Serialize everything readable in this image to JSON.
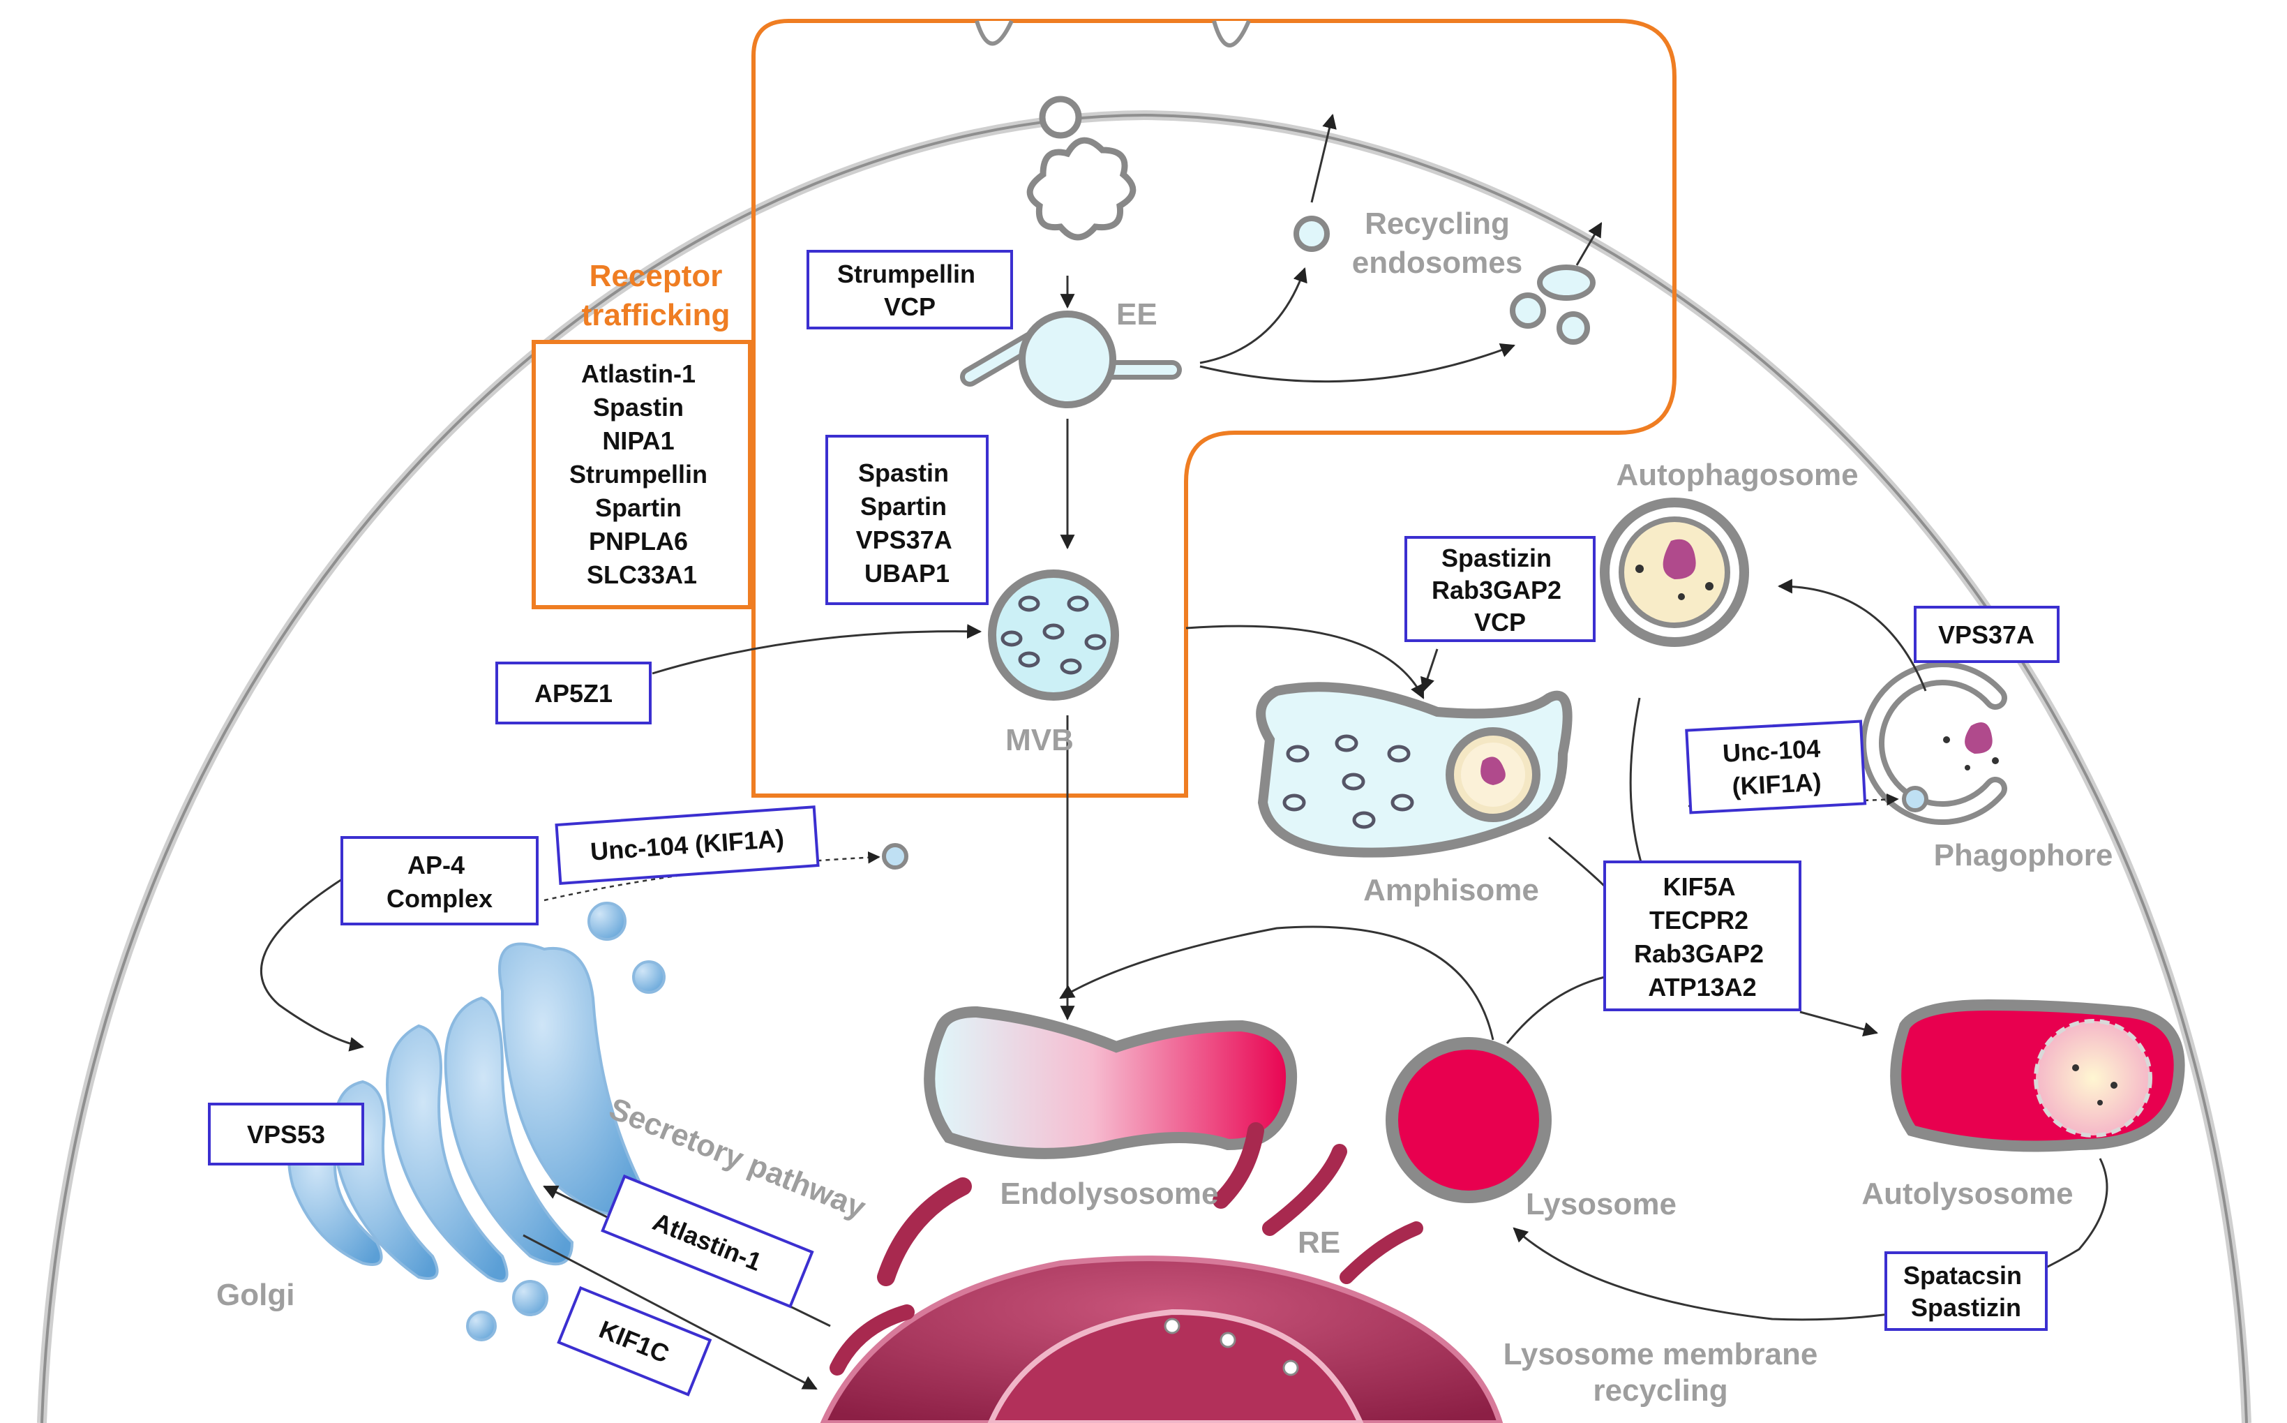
{
  "labels": {
    "receptor_trafficking": [
      "Receptor",
      "trafficking"
    ],
    "ee": "EE",
    "recycling_endosomes": [
      "Recycling",
      "endosomes"
    ],
    "mvb": "MVB",
    "autophagosome": "Autophagosome",
    "amphisome": "Amphisome",
    "phagophore": "Phagophore",
    "endolysosome": "Endolysosome",
    "lysosome": "Lysosome",
    "autolysosome": "Autolysosome",
    "re": "RE",
    "golgi": "Golgi",
    "secretory_pathway": "Secretory pathway",
    "lysosome_membrane_recycling": [
      "Lysosome membrane",
      "recycling"
    ]
  },
  "boxes": {
    "receptor_genes": [
      "Atlastin-1",
      "Spastin",
      "NIPA1",
      "Strumpellin",
      "Spartin",
      "PNPLA6",
      "SLC33A1"
    ],
    "strumpellin_vcp": [
      "Strumpellin",
      "VCP"
    ],
    "spastin_group": [
      "Spastin",
      "Spartin",
      "VPS37A",
      "UBAP1"
    ],
    "ap5z1": [
      "AP5Z1"
    ],
    "spastizin_group": [
      "Spastizin",
      "Rab3GAP2",
      "VCP"
    ],
    "vps37a": [
      "VPS37A"
    ],
    "unc104_right": [
      "Unc-104",
      "(KIF1A)"
    ],
    "ap4": [
      "AP-4",
      "Complex"
    ],
    "unc104_left": [
      "Unc-104 (KIF1A)"
    ],
    "kif5a_group": [
      "KIF5A",
      "TECPR2",
      "Rab3GAP2",
      "ATP13A2"
    ],
    "vps53": [
      "VPS53"
    ],
    "atlastin1": [
      "Atlastin-1"
    ],
    "kif1c": [
      "KIF1C"
    ],
    "spatacsin_group": [
      "Spatacsin",
      "Spastizin"
    ]
  }
}
